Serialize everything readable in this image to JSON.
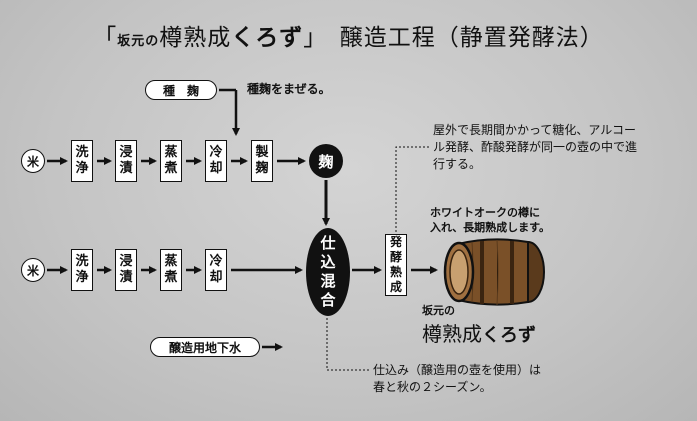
{
  "title": {
    "open": "「",
    "brand_small": "坂元の",
    "brand_main": "樽熟成",
    "brand_kurozu": "くろず",
    "close": "」",
    "subtitle": "醸造工程（静置発酵法）"
  },
  "koji_input": {
    "label": "種　麹",
    "note": "種麹をまぜる。"
  },
  "row1": {
    "start": "米",
    "steps": [
      "洗浄",
      "浸漬",
      "蒸煮",
      "冷却",
      "製麹"
    ],
    "product": "麹"
  },
  "row2": {
    "start": "米",
    "steps": [
      "洗浄",
      "浸漬",
      "蒸煮",
      "冷却"
    ]
  },
  "mix": "仕込混合",
  "ferment": "発酵熟成",
  "water": "醸造用地下水",
  "notes": {
    "fermentation": [
      "屋外で長期間かかって糖化、アルコー",
      "ル発酵、酢酸発酵が同一の壺の中で進",
      "行する。"
    ],
    "barrel": [
      "ホワイトオークの樽に",
      "入れ、長期熟成します。"
    ],
    "season": [
      "仕込み（醸造用の壺を使用）は",
      "春と秋の２シーズン。"
    ]
  },
  "brand_footer": {
    "small": "坂元の",
    "main": "樽熟成",
    "kurozu": "くろず"
  }
}
